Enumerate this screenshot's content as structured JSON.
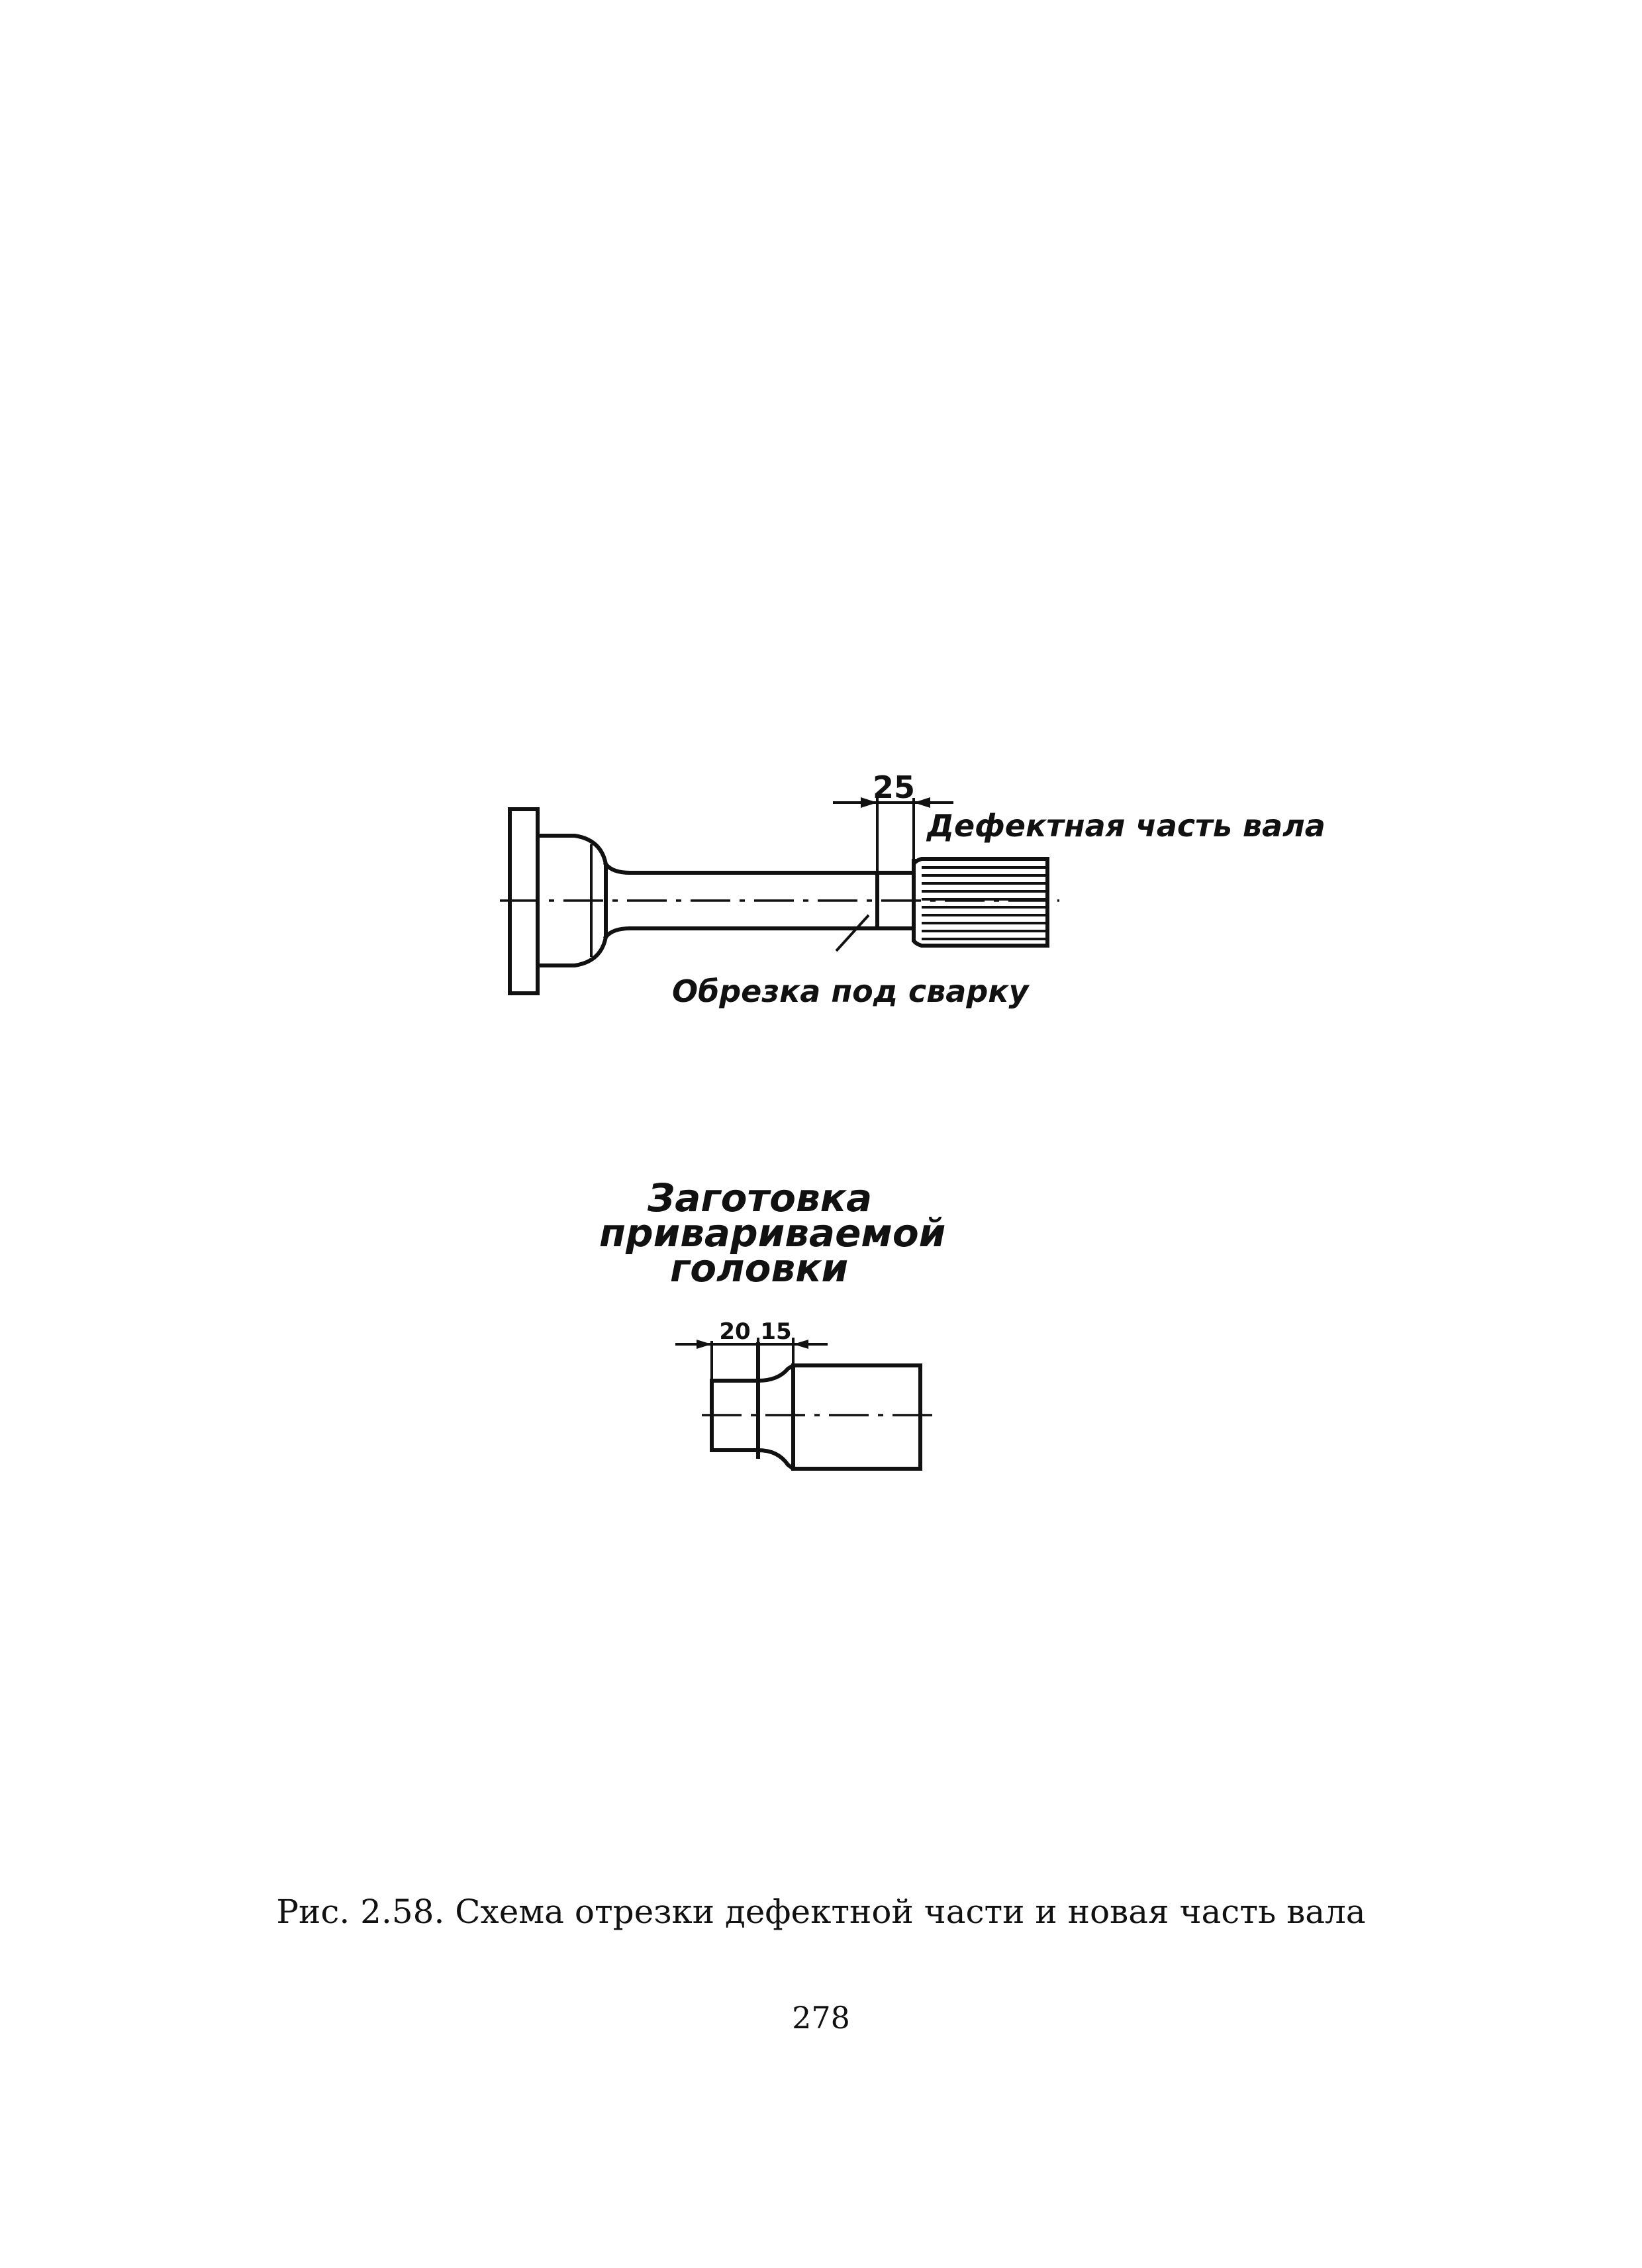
{
  "figure1": {
    "dimension": "25",
    "label_defect": "Дефектная часть вала",
    "label_cut": "Обрезка под сварку"
  },
  "figure2": {
    "title_line1": "Заготовка",
    "title_line2": "привариваемой",
    "title_line3": "головки",
    "dimension_a": "20",
    "dimension_b": "15"
  },
  "caption": "Рис. 2.58. Схема отрезки дефектной части и новая часть вала",
  "page_number": "278"
}
